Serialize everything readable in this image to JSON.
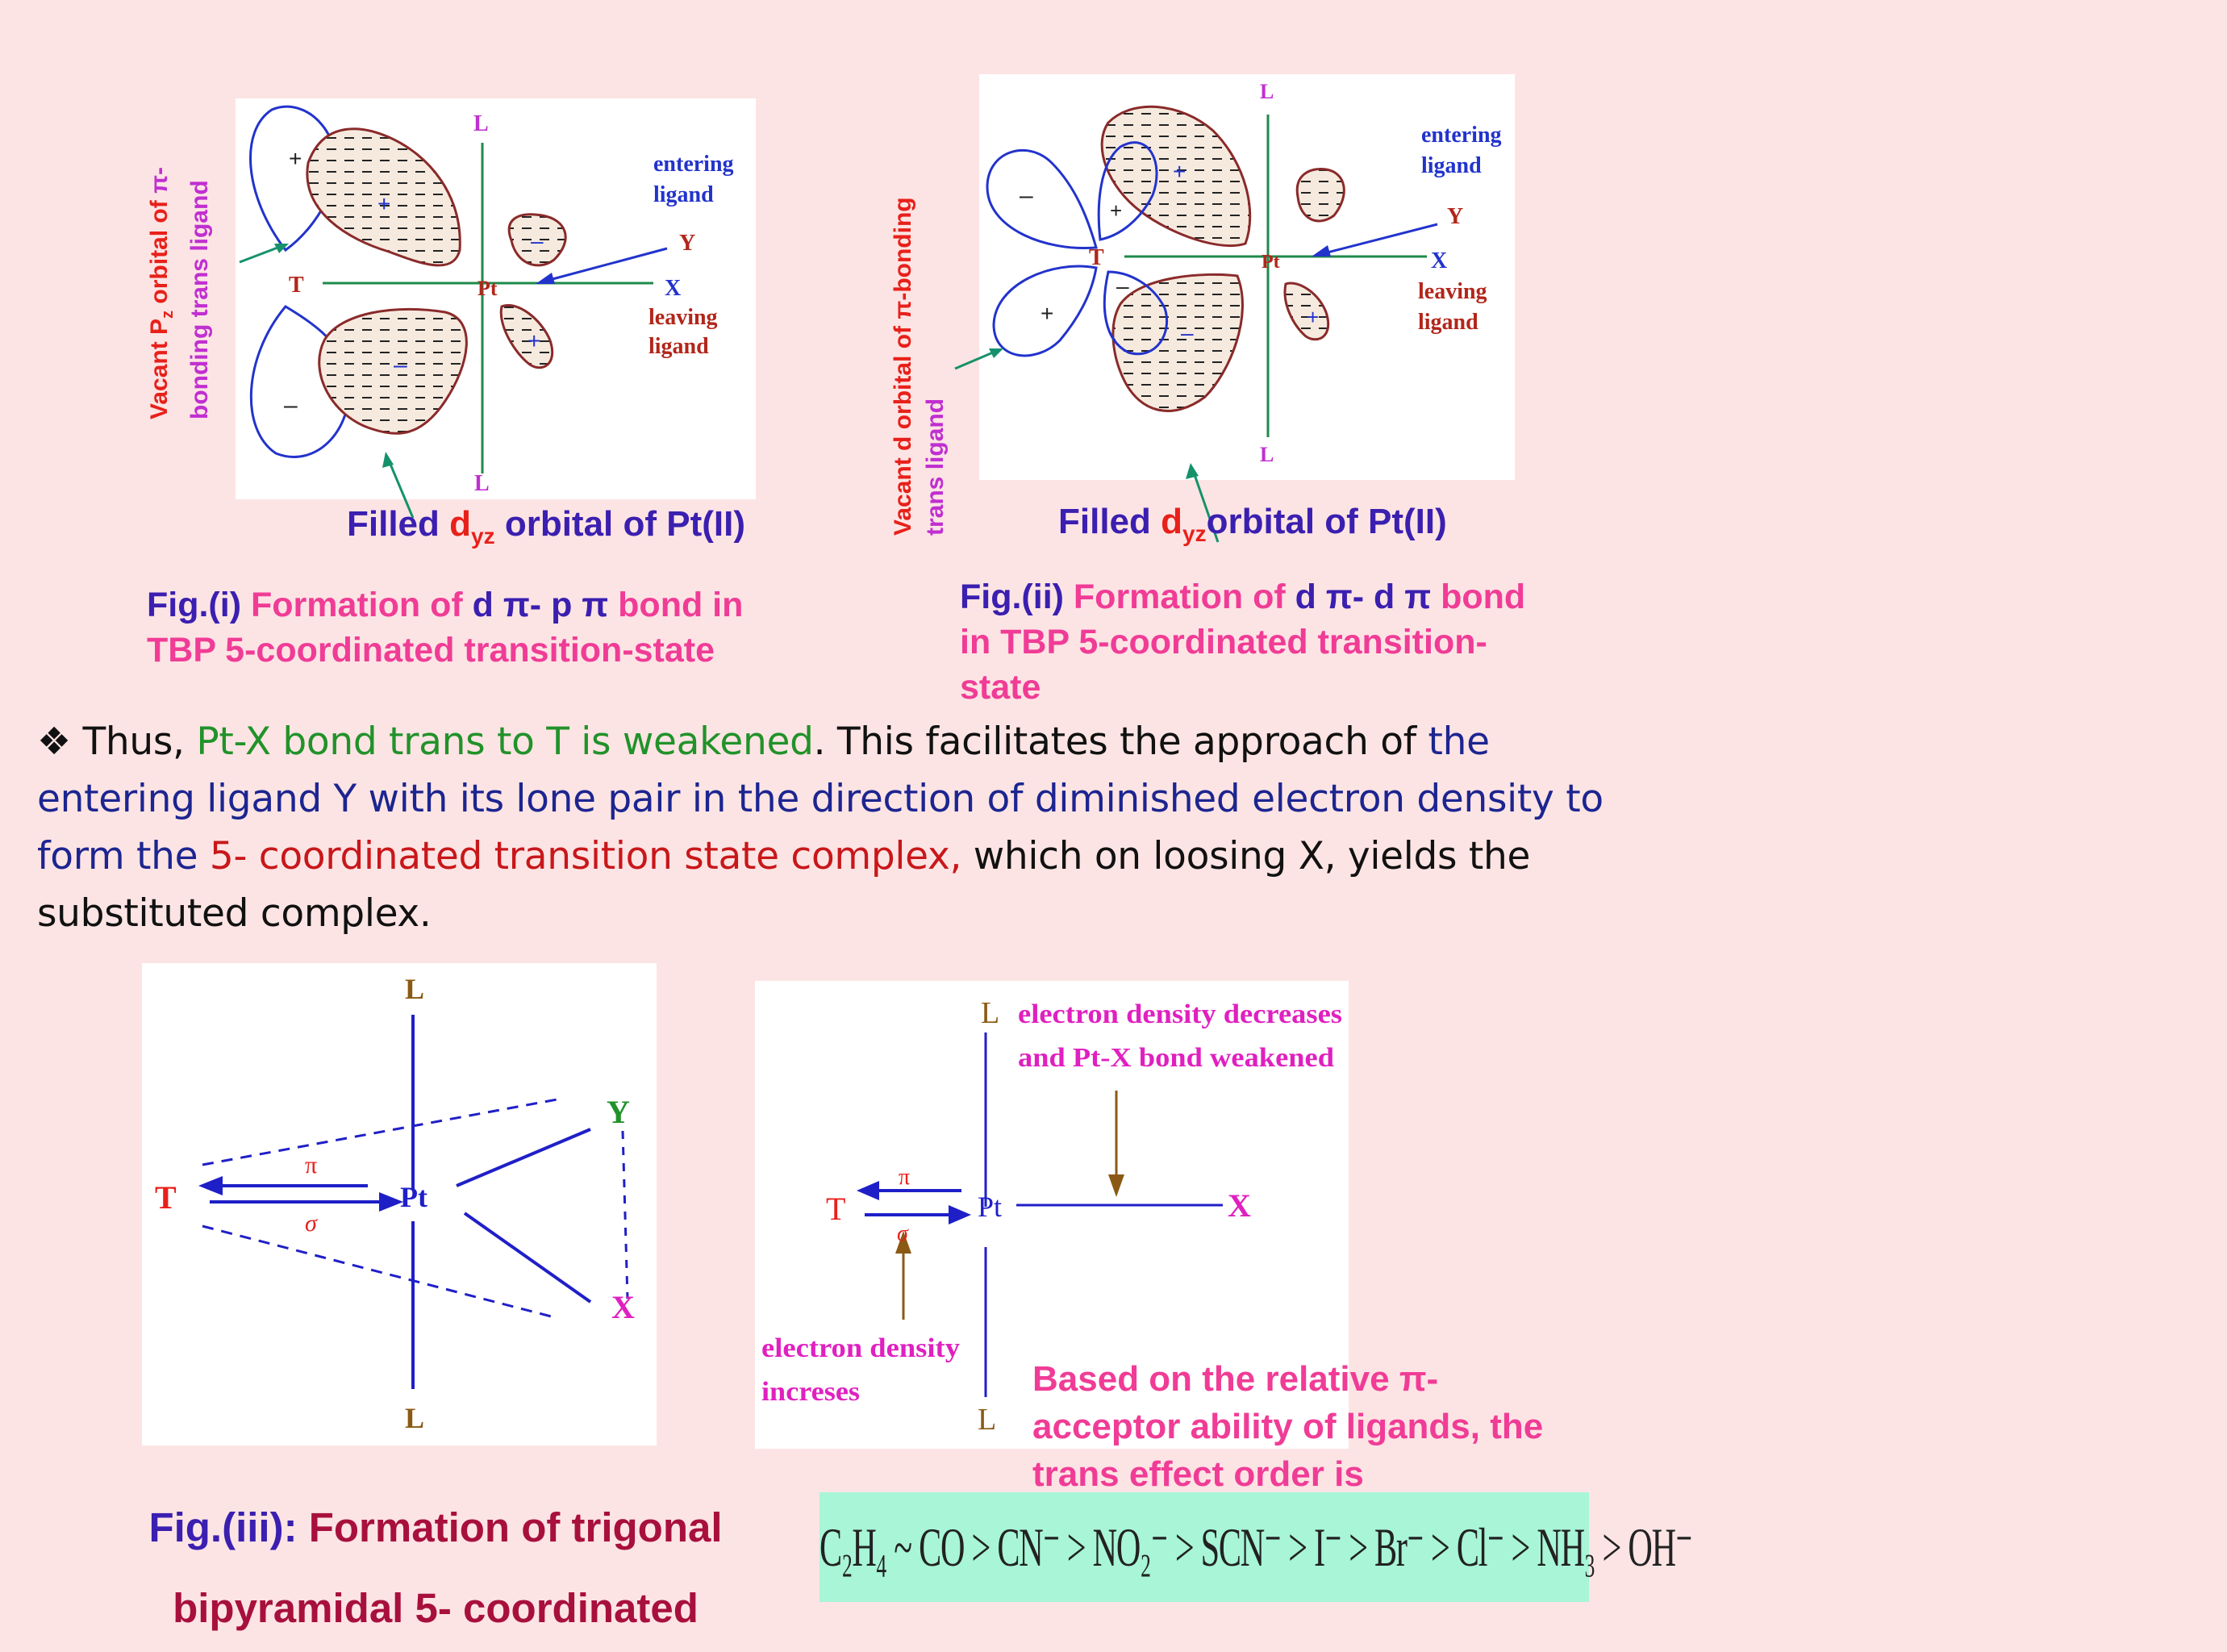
{
  "fig1": {
    "labels": {
      "L_top": "L",
      "L_bottom": "L",
      "T": "T",
      "Pt": "Pt",
      "X": "X",
      "Y": "Y",
      "plus1": "+",
      "plus2": "+",
      "minus1": "–",
      "minus2": "–",
      "minus3": "–",
      "plus3": "+"
    },
    "entering": "entering",
    "entering2": "ligand",
    "leaving": "leaving",
    "leaving2": "ligand",
    "vacant_line1_a": "Vacant P",
    "vacant_line1_sub": "z",
    "vacant_line1_b": " orbital of ",
    "vacant_line1_c": "π-",
    "vacant_line2": "bonding  trans ligand",
    "filled_a": "Filled ",
    "filled_d": "d",
    "filled_sub": "yz",
    "filled_b": "  orbital of Pt(II)",
    "caption_a": "Fig.(i) ",
    "caption_b": "Formation of ",
    "caption_c": "d π- p π",
    "caption_d": " bond in",
    "caption_line2": "TBP 5-coordinated transition-state"
  },
  "fig2": {
    "labels": {
      "L_top": "L",
      "L_bottom": "L",
      "T": "T",
      "Pt": "Pt",
      "X": "X",
      "Y": "Y",
      "plus1": "+",
      "plus2": "+",
      "minus1": "–",
      "plus3": "+",
      "minus2": "–",
      "minus3": "–",
      "plus4": "+"
    },
    "entering": "entering",
    "entering2": "ligand",
    "leaving": "leaving",
    "leaving2": "ligand",
    "vacant_line1": "Vacant d orbital of π-bonding",
    "vacant_line2": "trans ligand",
    "filled_a": "Filled ",
    "filled_d": "d",
    "filled_sub": "yz",
    "filled_b": "orbital of Pt(II)",
    "caption_a": "Fig.(ii) ",
    "caption_b": "Formation of ",
    "caption_c": "d π- d π",
    "caption_d": " bond",
    "caption_line2": "in  TBP 5-coordinated transition-",
    "caption_line3": "state"
  },
  "paragraph": {
    "bullet": "❖",
    "p1": " Thus, ",
    "p2": "Pt-X bond trans to T is weakened",
    "p3": ". This facilitates the approach of ",
    "p4": "the entering ligand Y with its lone pair in the direction of diminished electron density to form the ",
    "p5": "5- coordinated transition state complex,",
    "p6": " which on loosing X, yields the substituted complex."
  },
  "fig3": {
    "L_top": "L",
    "L_bottom": "L",
    "T": "T",
    "Pt": "Pt",
    "Y": "Y",
    "X": "X",
    "pi": "π",
    "sigma": "σ",
    "caption_a": "Fig.(iii): ",
    "caption_b": "Formation of trigonal",
    "caption_line2": "bipyramidal 5- coordinated"
  },
  "fig4": {
    "L_top": "L",
    "L_bottom": "L",
    "T": "T",
    "Pt": "Pt",
    "X": "X",
    "pi": "π",
    "sigma": "σ",
    "top_note1": "electron density decreases",
    "top_note2": "and Pt-X bond weakened",
    "bottom_note1": "electron density",
    "bottom_note2": "increses"
  },
  "trans_effect": {
    "intro1": "Based on the relative π-",
    "intro2": "acceptor ability of ligands, the",
    "intro3": "trans effect order is",
    "order": "C₂H₄ ~ CO > CN⁻ > NO₂⁻ > SCN⁻ > I⁻ > Br⁻ > Cl⁻ > NH₃ > OH⁻"
  },
  "colors": {
    "orbital_outline": "#2233cc",
    "lobe_fill": "#f6eadf",
    "lobe_stroke": "#8a2a2a",
    "axis_green": "#1e8a4a",
    "label_magenta": "#c02fd0",
    "label_red": "#b2261a",
    "arrow_teal": "#15926b",
    "bond_blue": "#1f1fc8"
  }
}
